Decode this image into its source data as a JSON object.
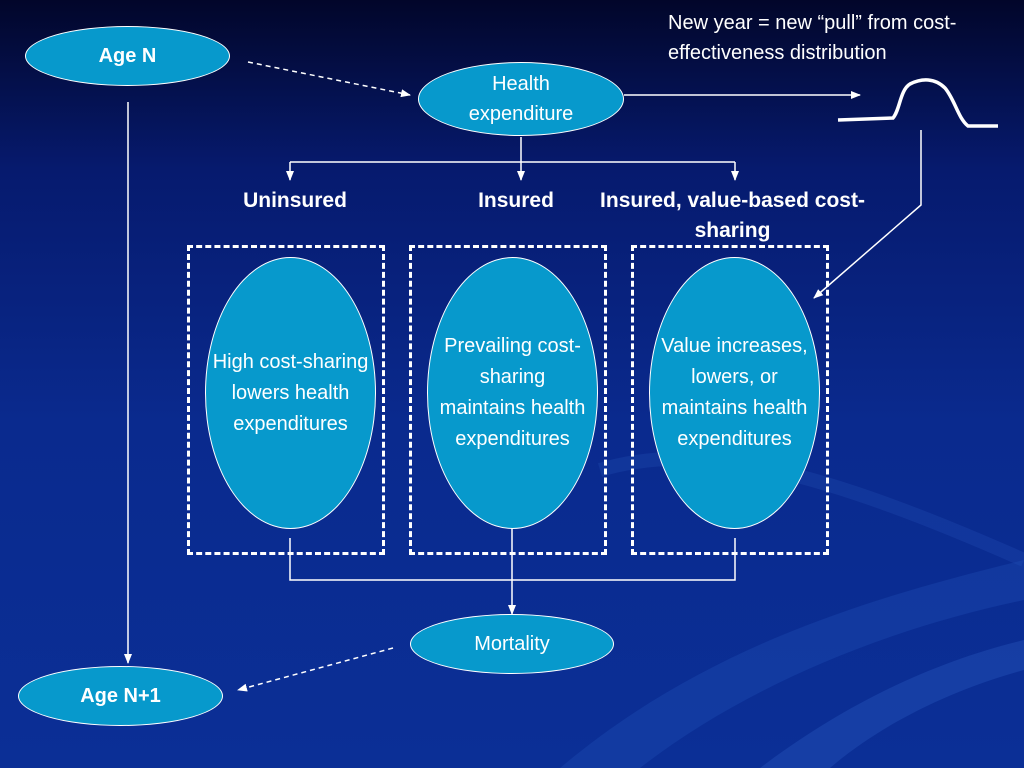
{
  "nodes": {
    "age_n": "Age N",
    "age_n_plus_1": "Age N+1",
    "health_expenditure": "Health expenditure",
    "mortality": "Mortality"
  },
  "groups": {
    "uninsured": "Uninsured",
    "insured": "Insured",
    "insured_value_based": "Insured, value-based cost-sharing"
  },
  "ovals": {
    "high_cost_sharing": "High cost-sharing lowers health expenditures",
    "prevailing": "Prevailing cost-sharing maintains health expenditures",
    "value": "Value increases, lowers, or maintains health expenditures"
  },
  "note": "New year = new “pull” from cost-effectiveness distribution",
  "colors": {
    "node_fill": "#0799cc",
    "background_dark": "#02062a",
    "background_blue": "#0b2f96",
    "line": "#ffffff"
  }
}
